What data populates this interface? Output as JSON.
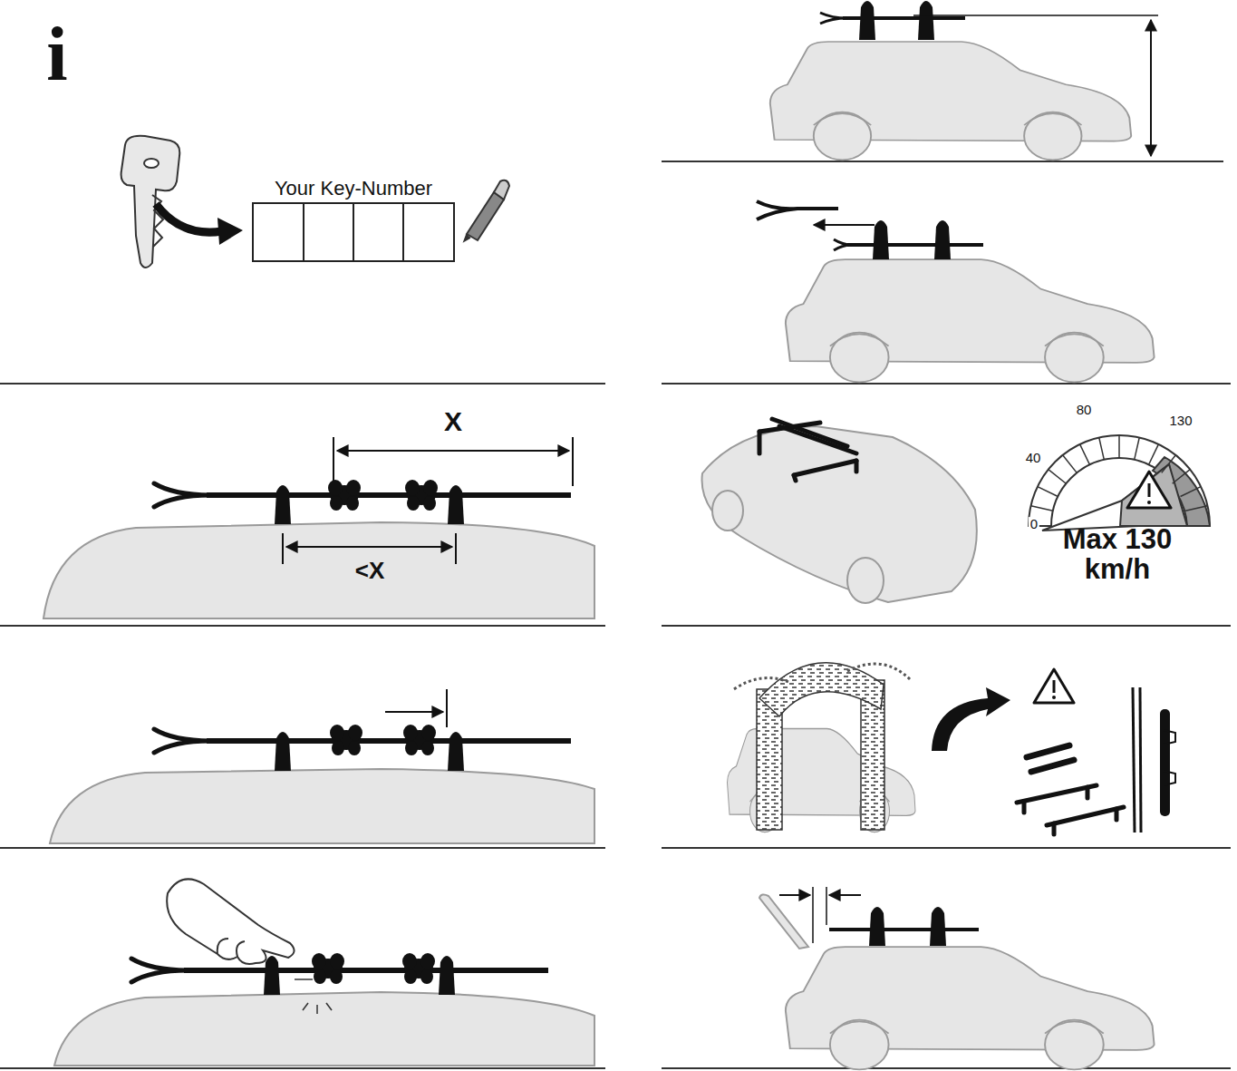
{
  "diagram": {
    "nodes": [
      {
        "text": [
          "Your Key-Number"
        ]
      }
    ],
    "labels": [
      "i",
      "X",
      "<X",
      "80",
      "130",
      "40",
      "0",
      "Max 130 km/h"
    ]
  }
}
